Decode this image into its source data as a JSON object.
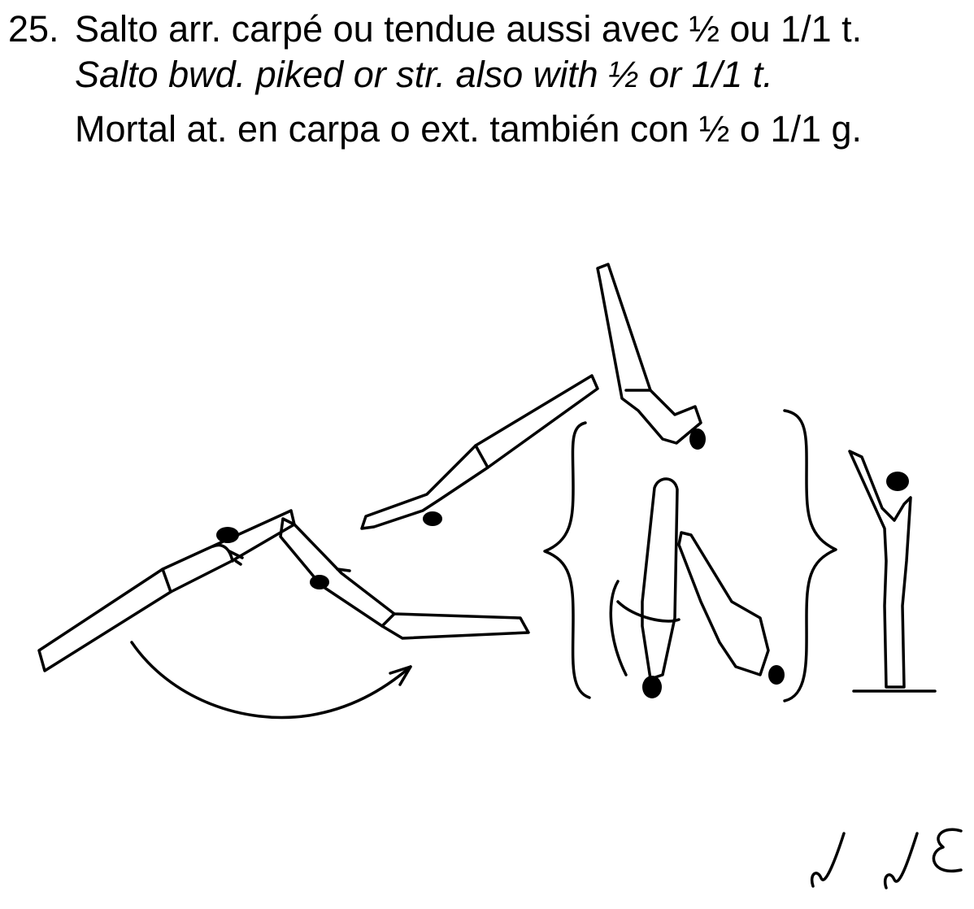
{
  "element": {
    "number": "25.",
    "text_fr": "Salto arr. carpé ou tendue aussi avec ½ ou 1/1 t.",
    "text_en": "Salto bwd. piked or str. also with ½ or 1/1 t.",
    "text_es": "Mortal at. en carpa o ext. también con ½ o 1/1 g."
  },
  "illustration": {
    "icon": "gymnast-backward-salto-sequence-drawing"
  },
  "value_symbols": {
    "icon": "handwritten-difficulty-symbols-c-e"
  },
  "colors": {
    "ink": "#000000",
    "paper": "#ffffff"
  }
}
